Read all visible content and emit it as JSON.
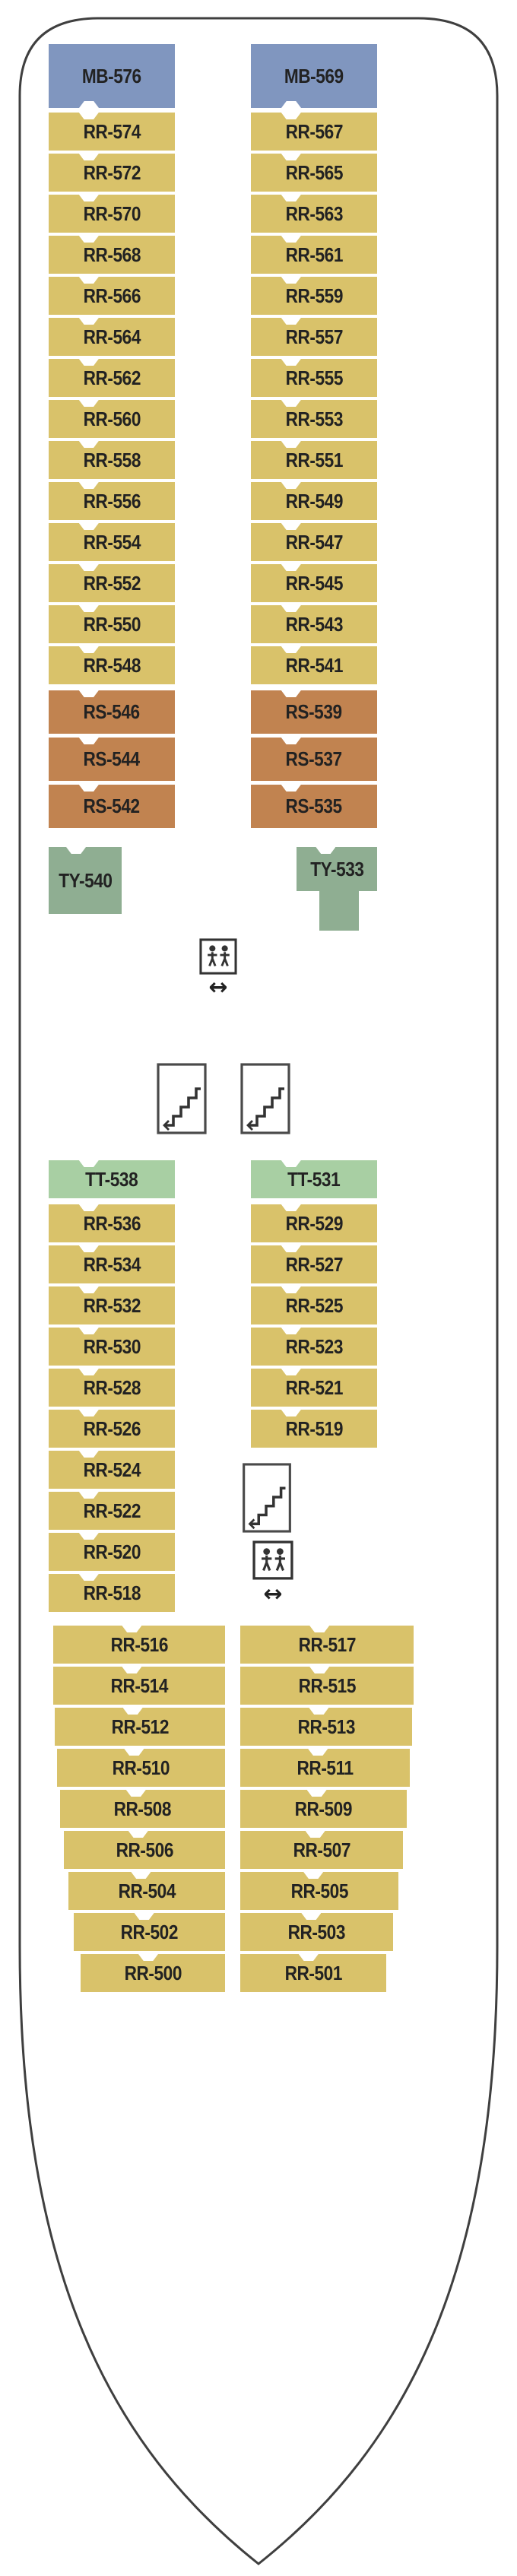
{
  "deck_plan": {
    "grade_colors": {
      "MB": "#8096bf",
      "RR": "#d9c26a",
      "RS": "#c18350",
      "TY": "#8fae92",
      "TT": "#a8cfa3"
    },
    "hull_outline_color": "#3f3f3f",
    "label_color": "#222222",
    "cabins": {
      "top_left_mb": [
        "MB-576"
      ],
      "top_right_mb": [
        "MB-569"
      ],
      "top_left_rr": [
        "RR-574",
        "RR-572",
        "RR-570",
        "RR-568",
        "RR-566",
        "RR-564",
        "RR-562",
        "RR-560",
        "RR-558",
        "RR-556",
        "RR-554",
        "RR-552",
        "RR-550",
        "RR-548"
      ],
      "top_right_rr": [
        "RR-567",
        "RR-565",
        "RR-563",
        "RR-561",
        "RR-559",
        "RR-557",
        "RR-555",
        "RR-553",
        "RR-551",
        "RR-549",
        "RR-547",
        "RR-545",
        "RR-543",
        "RR-541"
      ],
      "left_rs": [
        "RS-546",
        "RS-544",
        "RS-542"
      ],
      "right_rs": [
        "RS-539",
        "RS-537",
        "RS-535"
      ],
      "left_ty": [
        "TY-540"
      ],
      "right_ty": [
        "TY-533"
      ],
      "left_tt": [
        "TT-538"
      ],
      "right_tt": [
        "TT-531"
      ],
      "mid_left_rr": [
        "RR-536",
        "RR-534",
        "RR-532",
        "RR-530",
        "RR-528",
        "RR-526",
        "RR-524",
        "RR-522",
        "RR-520",
        "RR-518"
      ],
      "mid_right_rr": [
        "RR-529",
        "RR-527",
        "RR-525",
        "RR-523",
        "RR-521",
        "RR-519"
      ],
      "bottom_left_rr": [
        "RR-516",
        "RR-514",
        "RR-512",
        "RR-510",
        "RR-508",
        "RR-506",
        "RR-504",
        "RR-502",
        "RR-500"
      ],
      "bottom_right_rr": [
        "RR-517",
        "RR-515",
        "RR-513",
        "RR-511",
        "RR-509",
        "RR-507",
        "RR-505",
        "RR-503",
        "RR-501"
      ]
    },
    "icons": {
      "elevator": {
        "name": "elevator-icon"
      },
      "stairs": {
        "name": "stairs-icon"
      },
      "double_arrow": {
        "name": "double-arrow-icon",
        "glyph": "↔"
      }
    }
  }
}
